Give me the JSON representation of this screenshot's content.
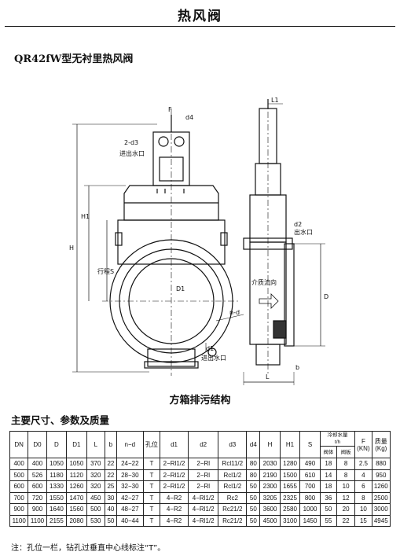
{
  "page": {
    "title": "热风阀"
  },
  "model_title": "QR42fW型无衬里热风阀",
  "drawing": {
    "labels": {
      "F": "F",
      "d4": "d4",
      "d3": "2-d3",
      "water_in": "进出水口",
      "H": "H",
      "H1": "H1",
      "S": "行程S",
      "D1": "D1",
      "nd": "n-d",
      "d1": "d1",
      "water_out": "进出水口",
      "L1": "L1",
      "d2": "d2",
      "water_out_right": "出水口",
      "medium": "介质流向",
      "D": "D",
      "b": "b",
      "L": "L"
    },
    "caption": "方箱排污结构"
  },
  "table": {
    "heading": "主要尺寸、参数及质量",
    "header": {
      "DN": "DN",
      "D0": "D0",
      "D": "D",
      "D1": "D1",
      "L": "L",
      "b": "b",
      "nd": "n−d",
      "kongwei": "孔位",
      "d1": "d1",
      "d2": "d2",
      "d3": "d3",
      "d4": "d4",
      "H": "H",
      "H1": "H1",
      "S": "S",
      "water_group": "冷却水量",
      "water_unit": "t/h",
      "body": "阀体",
      "plate": "阀板",
      "F": "F",
      "F_unit": "(KN)",
      "mass": "质量",
      "mass_unit": "(Kg)"
    },
    "rows": [
      [
        "400",
        "400",
        "1050",
        "1050",
        "370",
        "22",
        "24−22",
        "T",
        "2−Rl1/2",
        "2−Rl",
        "Rcl11/2",
        "80",
        "2030",
        "1280",
        "490",
        "18",
        "8",
        "2.5",
        "880"
      ],
      [
        "500",
        "526",
        "1180",
        "1120",
        "320",
        "22",
        "28−30",
        "T",
        "2−Rl1/2",
        "2−Rl",
        "Rcl1/2",
        "80",
        "2190",
        "1500",
        "610",
        "14",
        "8",
        "4",
        "950"
      ],
      [
        "600",
        "600",
        "1330",
        "1260",
        "320",
        "25",
        "32−30",
        "T",
        "2−Rl1/2",
        "2−Rl",
        "Rcl1/2",
        "50",
        "2300",
        "1655",
        "700",
        "18",
        "10",
        "6",
        "1260"
      ],
      [
        "700",
        "720",
        "1550",
        "1470",
        "450",
        "30",
        "42−27",
        "T",
        "4−R2",
        "4−Rl1/2",
        "Rc2",
        "50",
        "3205",
        "2325",
        "800",
        "36",
        "12",
        "8",
        "2500"
      ],
      [
        "900",
        "900",
        "1640",
        "1560",
        "500",
        "40",
        "48−27",
        "T",
        "4−R2",
        "4−Rl1/2",
        "Rc21/2",
        "50",
        "3600",
        "2580",
        "1000",
        "50",
        "20",
        "10",
        "3000"
      ],
      [
        "1100",
        "1100",
        "2155",
        "2080",
        "530",
        "50",
        "40−44",
        "T",
        "4−R2",
        "4−Rl1/2",
        "Rc21/2",
        "50",
        "4500",
        "3100",
        "1450",
        "55",
        "22",
        "15",
        "4945"
      ]
    ]
  },
  "footnote": "注：孔位一栏，钻孔过垂直中心线标注“T”。"
}
